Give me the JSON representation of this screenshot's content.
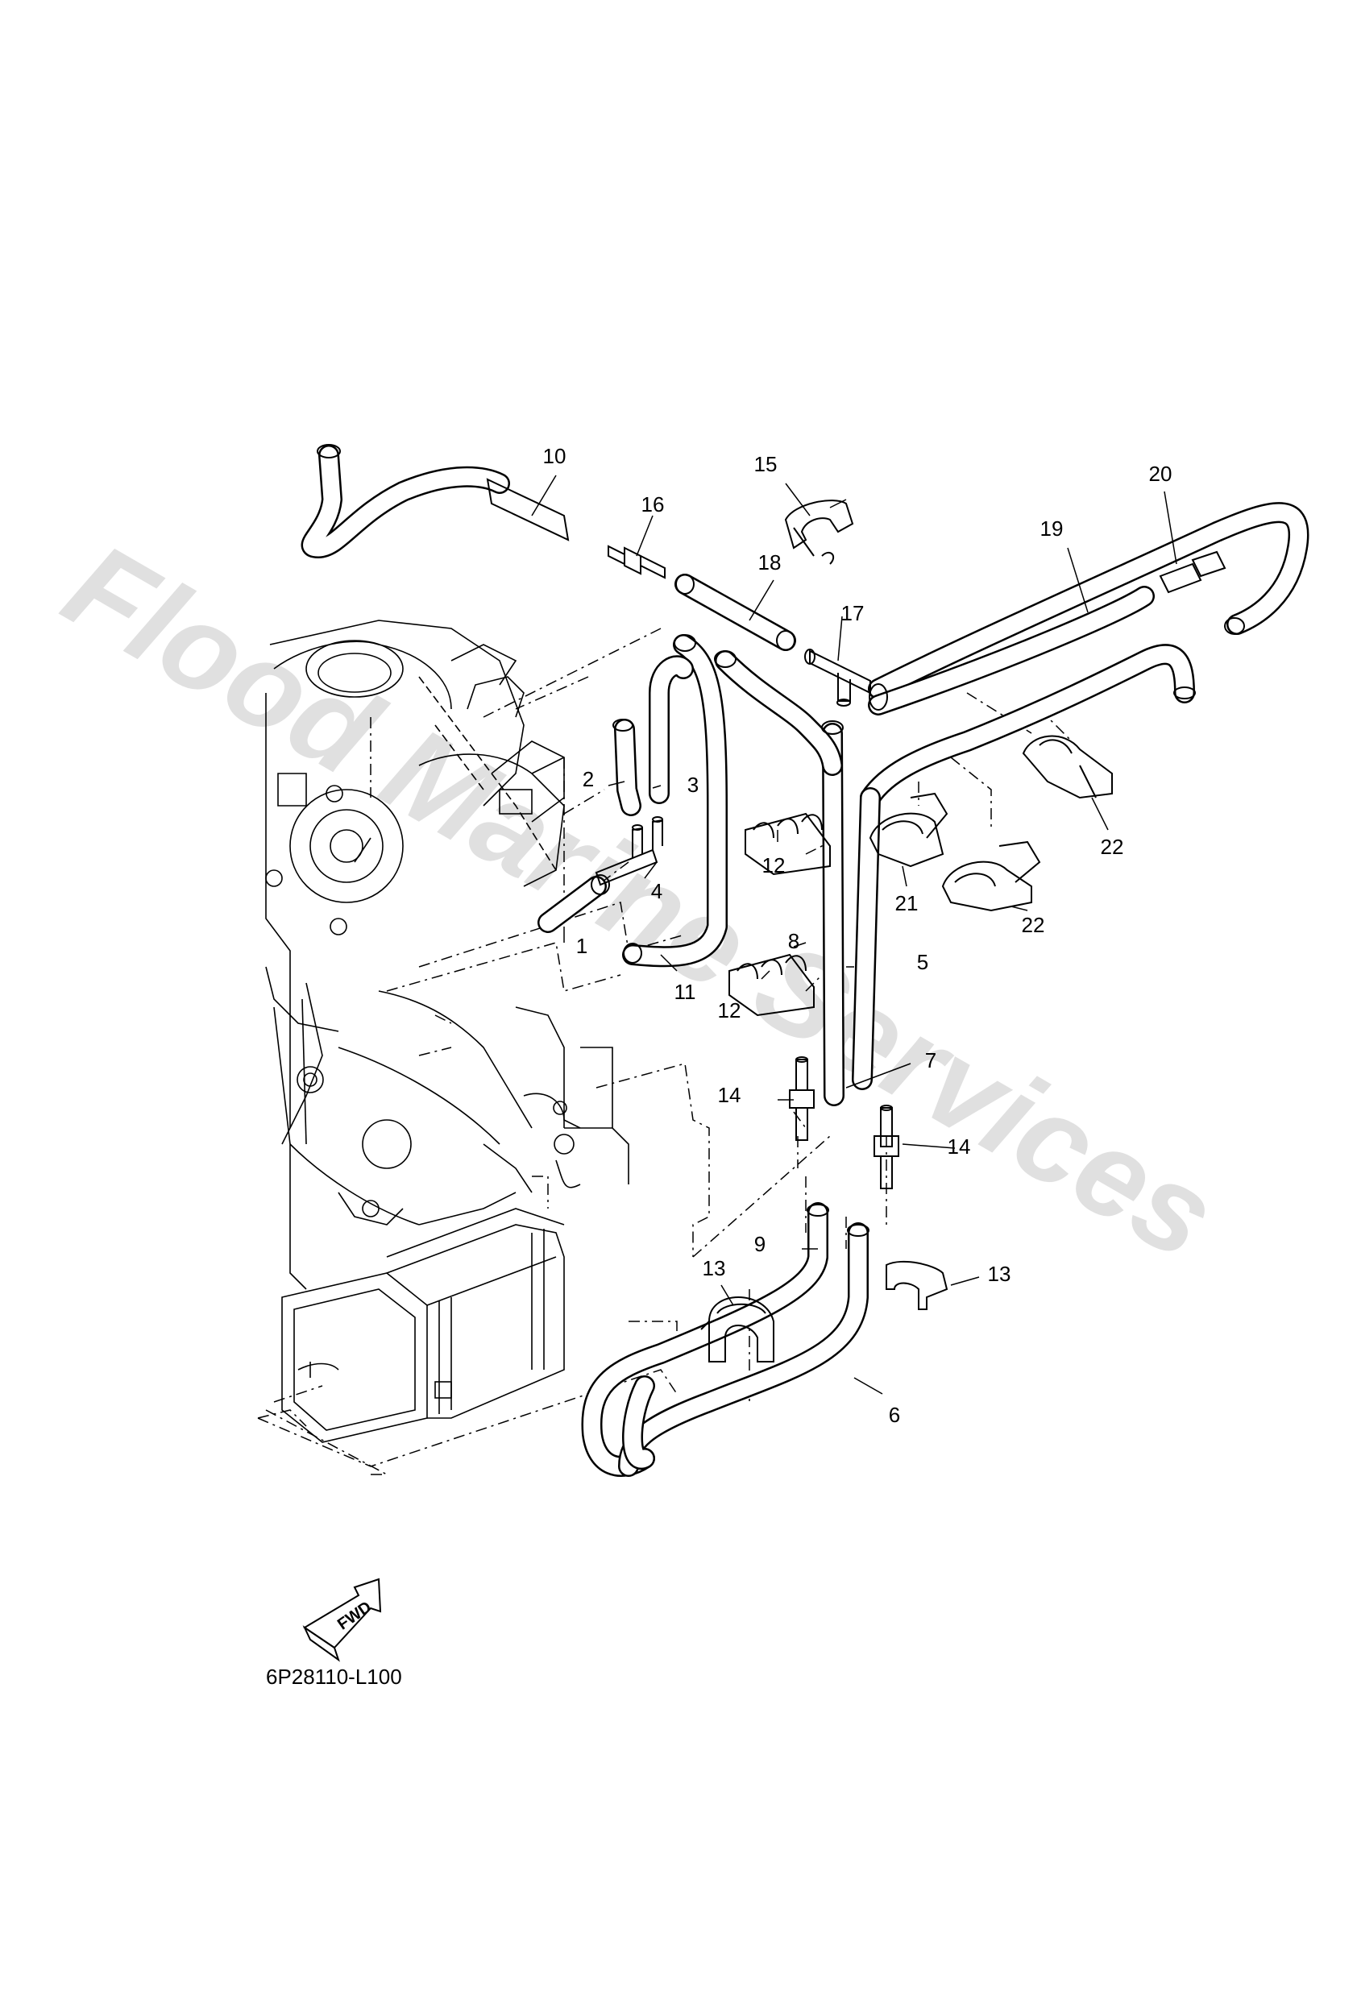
{
  "watermark": {
    "text": "Flood Marine Services"
  },
  "part_callouts": [
    "1",
    "2",
    "3",
    "4",
    "5",
    "6",
    "7",
    "8",
    "9",
    "10",
    "11",
    "12",
    "12",
    "13",
    "13",
    "14",
    "14",
    "15",
    "16",
    "17",
    "18",
    "19",
    "20",
    "21",
    "22",
    "22"
  ],
  "orientation": {
    "label": "FWD"
  },
  "diagram_code": "6P28110-L100"
}
